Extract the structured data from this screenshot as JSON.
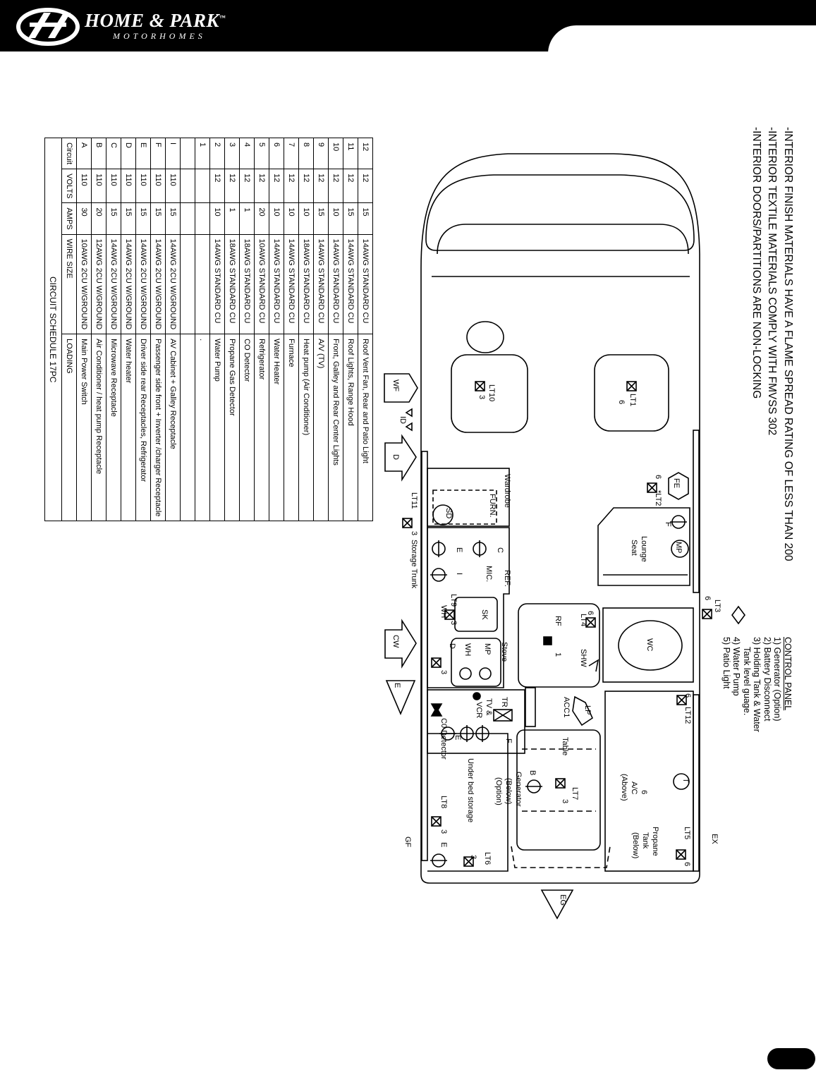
{
  "brand": {
    "name": "HOME & PARK",
    "tm": "™",
    "subtitle": "MOTORHOMES"
  },
  "notes": [
    "-INTERIOR FINISH MATERIALS HAVE A FLAME SPREAD RATING OF LESS THAN 200",
    "-INTERIOR TEXTILE MATERIALS COMPLY WITH FMVSS 302",
    "-INTERIOR DOORS/PARTITIONS ARE NON-LOCKING"
  ],
  "control_panel": {
    "title": "CONTROL PANEL",
    "items": [
      "1) Generator (Option)",
      "2) Battery Disconnect",
      "3) Holding Tank & Water",
      "Tank level guage.",
      "4) Water Pump",
      "5) Patio Light"
    ]
  },
  "schedule": {
    "caption": "CIRCUIT SCHEDULE 17PC",
    "header": [
      "Circuit",
      "VOLTS",
      "AMPS",
      "WIRE SIZE",
      "LOADING"
    ],
    "rows": [
      [
        "12",
        "12",
        "15",
        "14AWG STANDARD CU",
        "Roof Vent Fan, Rear and Patio Light"
      ],
      [
        "11",
        "12",
        "15",
        "14AWG STANDARD CU",
        "Roof Lights, Range Hood"
      ],
      [
        "10",
        "12",
        "10",
        "14AWG STANDARD CU",
        "Front, Galley and Rear Center Lights"
      ],
      [
        "9",
        "12",
        "15",
        "14AWG STANDARD CU",
        "A/V (TV)"
      ],
      [
        "8",
        "12",
        "10",
        "18AWG STANDARD CU",
        "Heat  pump (Air Conditioner)"
      ],
      [
        "7",
        "12",
        "10",
        "14AWG STANDARD CU",
        "Furnace"
      ],
      [
        "6",
        "12",
        "10",
        "14AWG STANDARD CU",
        "Water Heater"
      ],
      [
        "5",
        "12",
        "20",
        "10AWG STANDARD CU",
        "Refrigerator"
      ],
      [
        "4",
        "12",
        "1",
        "18AWG STANDARD CU",
        "CO Detector"
      ],
      [
        "3",
        "12",
        "1",
        "18AWG STANDARD CU",
        "Propane Gas Detector"
      ],
      [
        "2",
        "12",
        "10",
        "14AWG STANDARD CU",
        "Water Pump"
      ],
      [
        "1",
        "",
        "",
        "",
        "."
      ],
      [
        "",
        "",
        "",
        "",
        ""
      ],
      [
        "I",
        "110",
        "15",
        "14AWG 2CU W/GROUND",
        "AV Cabinet + Galley Receptacle"
      ],
      [
        "F",
        "110",
        "15",
        "14AWG 2CU W/GROUND",
        "Passenger side front + Inverter /charger Receptacle"
      ],
      [
        "E",
        "110",
        "15",
        "14AWG 2CU W/GROUND",
        "Driver side rear Receptacles, Refrigerator"
      ],
      [
        "D",
        "110",
        "15",
        "14AWG 2CU W/GROUND",
        "Water heater"
      ],
      [
        "C",
        "110",
        "15",
        "14AWG 2CU W/GROUND",
        "Microwave Receptacle"
      ],
      [
        "B",
        "110",
        "20",
        "12AWG 2CU W/GROUND",
        "Air Conditioner / heat pump Receptacle"
      ],
      [
        "A",
        "110",
        "30",
        "10AWG 2CU W/GROUND",
        "Main Power Switch"
      ]
    ]
  },
  "plan_labels": {
    "lt1": "LT1",
    "lt1_n": "6",
    "lt10": "LT10",
    "lt10_n": "3",
    "lt2": "*LT2",
    "lt2_n": "6",
    "fe": "FE",
    "f": "F",
    "mp": "MP",
    "lounge1": "Lounge",
    "lounge2": "Seat",
    "lt3": "LT3",
    "lt3_n": "6",
    "wc": "WC",
    "lt4": "LT4",
    "lt4_n": "6",
    "shw": "SHW",
    "rf": "RF",
    "rf_n": "1",
    "lp": "LP",
    "acc1": "ACC1",
    "lt12": "LT12",
    "lt12_n": "6",
    "table": "Table",
    "t": "T",
    "ac": "A/C",
    "ac_above": "(Above)",
    "ac_n": "6",
    "lt7": "LT7",
    "lt7_n": "3",
    "b": "B",
    "gen1": "Generator",
    "gen2": "(Below)",
    "gen3": "(Option)",
    "propane1": "Propane",
    "propane2": "Tank",
    "propane3": "(Below)",
    "lt5": "LT5",
    "lt5_n": "6",
    "ex": "EX",
    "eg": "EG",
    "gf": "GF",
    "lt6": "LT6",
    "lt6_n": "3",
    "underbed": "Under bed storage",
    "lt8": "LT8",
    "lt8_n": "3",
    "e_lt8": "E",
    "co_detector": "C0 Detector",
    "e_co": "E",
    "tvvcr1": "TV &",
    "tvvcr2": "VCR",
    "i_tv": "I",
    "f_tv": "F",
    "tr": "TR",
    "stove": "Stove",
    "mp_stove": "MP",
    "wh_stove": "WH",
    "d_stove": "D",
    "lt_stove_n": "3",
    "sk": "SK",
    "lt9": "LT9",
    "lt9_n": "3",
    "wh_lt9": "WH",
    "ref": "REF.",
    "mic": "MIC.",
    "c": "C",
    "i_mic": "I",
    "e_mic": "E",
    "wardrobe": "Wardrobe",
    "furn": "FURN.",
    "sd": "SD",
    "lt11": "LT11",
    "lt11_n": "3",
    "storage_trunk": "Storage Trunk",
    "wf": "WF",
    "id": "ID",
    "d": "D",
    "cw": "CW",
    "e_cw": "E"
  }
}
